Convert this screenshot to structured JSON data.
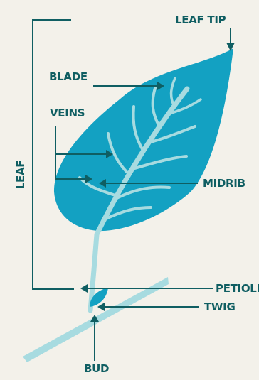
{
  "colors": {
    "background": "#f3f1ea",
    "ink": "#0f5e62",
    "blade": "#13a1c2",
    "veins": "#a7dbe0",
    "twig": "#a7dbe0",
    "bud": "#13a1c2"
  },
  "labels": {
    "leaf": "LEAF",
    "leaf_tip": "LEAF TIP",
    "blade": "BLADE",
    "veins": "VEINS",
    "midrib": "MIDRIB",
    "petiole": "PETIOLE",
    "twig": "TWIG",
    "bud": "BUD"
  }
}
